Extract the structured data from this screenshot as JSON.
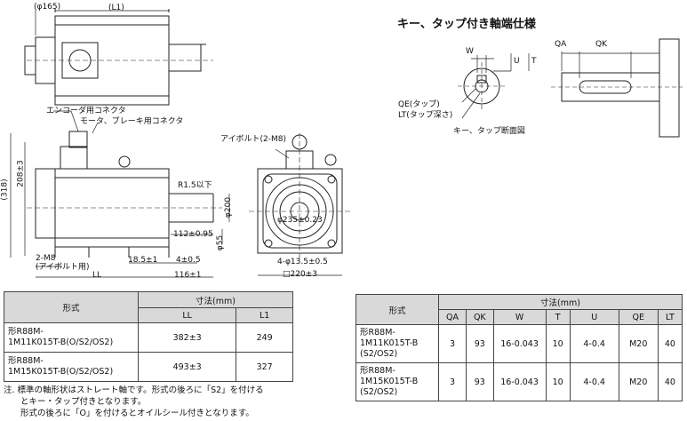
{
  "drawing": {
    "top_view": {
      "dim_dia165": "(φ165)",
      "dim_L1": "(L1)"
    },
    "side_view": {
      "encoder_connector": "エンコーダ用コネクタ",
      "motor_brake_connector": "モータ、ブレーキ用コネクタ",
      "dim_318": "(318)",
      "dim_208": "208±3",
      "dim_R15": "R1.5以下",
      "dim_112": "112±0.95",
      "dim_200": "φ200",
      "dim_55": "φ55",
      "dim_185": "18.5±1",
      "dim_4": "4±0.5",
      "dim_116": "116±1",
      "dim_LL": "LL",
      "dim_2M8": "2-M8",
      "dim_eyebolt_use": "(アイボルト用)"
    },
    "front_view": {
      "eyebolt": "アイボルト(2-M8)",
      "dim_235": "φ235±0.23",
      "dim_holes": "4-φ13.5±0.5",
      "dim_220": "□220±3"
    },
    "key_section": {
      "title": "キー、タップ付き軸端仕様",
      "W": "W",
      "U": "U",
      "T": "T",
      "QA": "QA",
      "QK": "QK",
      "QE": "QE(タップ)",
      "LT": "LT(タップ深さ)",
      "section_label": "キー、タップ断面図"
    }
  },
  "table_left": {
    "model_header": "形式",
    "dim_header": "寸法(mm)",
    "columns": [
      "LL",
      "L1"
    ],
    "rows": [
      {
        "model": [
          "形R88M-",
          "1M11K015T-B(O/S2/OS2)"
        ],
        "values": [
          "382±3",
          "249"
        ]
      },
      {
        "model": [
          "形R88M-",
          "1M15K015T-B(O/S2/OS2)"
        ],
        "values": [
          "493±3",
          "327"
        ]
      }
    ]
  },
  "table_right": {
    "model_header": "形式",
    "dim_header": "寸法(mm)",
    "columns": [
      "QA",
      "QK",
      "W",
      "T",
      "U",
      "QE",
      "LT"
    ],
    "rows": [
      {
        "model": [
          "形R88M-",
          "1M11K015T-B",
          "(S2/OS2)"
        ],
        "values": [
          "3",
          "93",
          "16-0.043",
          "10",
          "4-0.4",
          "M20",
          "40"
        ]
      },
      {
        "model": [
          "形R88M-",
          "1M15K015T-B",
          "(S2/OS2)"
        ],
        "values": [
          "3",
          "93",
          "16-0.043",
          "10",
          "4-0.4",
          "M20",
          "40"
        ]
      }
    ]
  },
  "note": [
    "注. 標準の軸形状はストレート軸です。形式の後ろに「S2」を付ける",
    "　　とキー・タップ付きとなります。",
    "　　形式の後ろに「O」を付けるとオイルシール付きとなります。"
  ]
}
